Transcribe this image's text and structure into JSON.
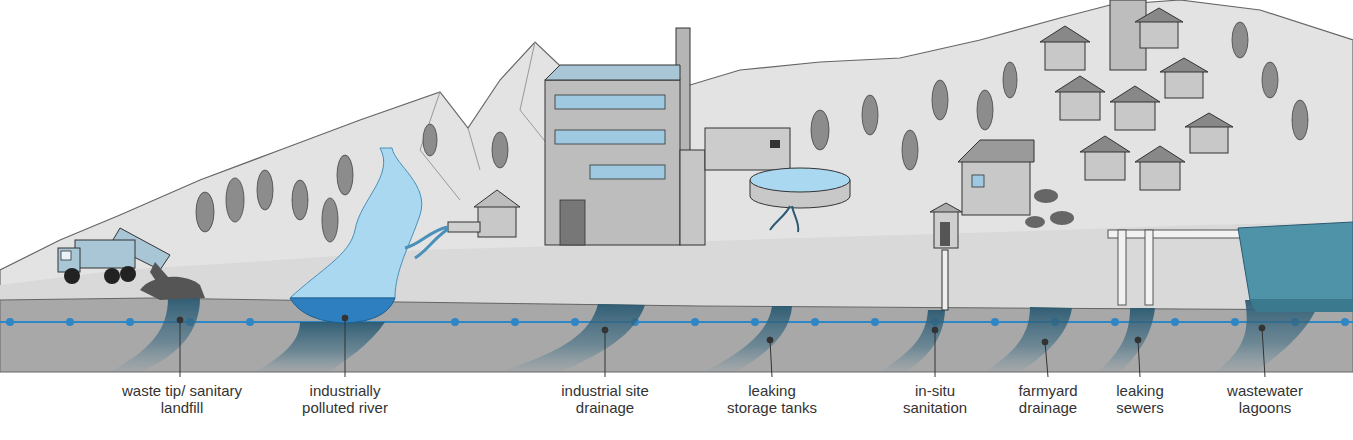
{
  "diagram": {
    "labels": [
      "waste tip/ sanitary landfill",
      "industrially polluted river",
      "industrial site drainage",
      "leaking storage tanks",
      "in-situ sanitation",
      "farmyard drainage",
      "leaking sewers",
      "wastewater lagoons"
    ]
  }
}
